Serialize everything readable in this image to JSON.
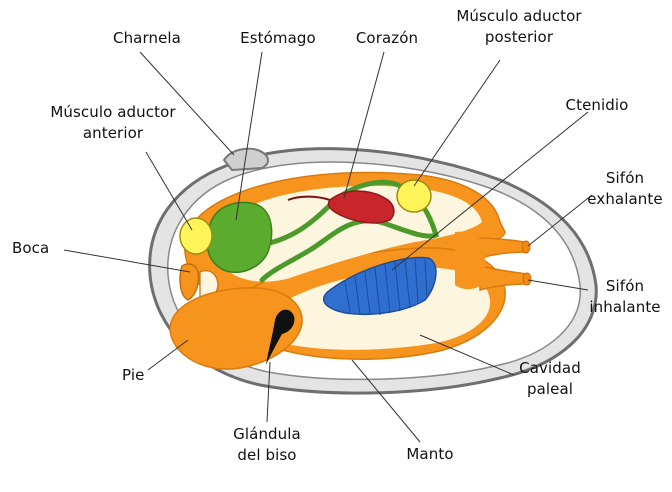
{
  "diagram": {
    "labels": {
      "charnela": "Charnela",
      "estomago": "Estómago",
      "corazon": "Corazón",
      "musculo_posterior": [
        "Músculo aductor",
        "posterior"
      ],
      "musculo_anterior": [
        "Músculo aductor",
        "anterior"
      ],
      "ctenidio": "Ctenidio",
      "sifon_exhalante": [
        "Sifón",
        "exhalante"
      ],
      "boca": "Boca",
      "sifon_inhalante": [
        "Sifón",
        "inhalante"
      ],
      "pie": "Pie",
      "cavidad_paleal": [
        "Cavidad",
        "paleal"
      ],
      "glandula_biso": [
        "Glándula",
        "del biso"
      ],
      "manto": "Manto"
    },
    "colors": {
      "shell_outline": "#6e6e6e",
      "shell_fill": "#e4e4e4",
      "mantle": "#f7941d",
      "cavity": "#fdf6df",
      "stomach": "#5bab2e",
      "intestine": "#4c9a2a",
      "heart": "#c8262a",
      "adductor": "#fff45a",
      "gill": "#2f6fd0",
      "byssus_gland": "#111111",
      "leader_line": "#333333"
    }
  }
}
